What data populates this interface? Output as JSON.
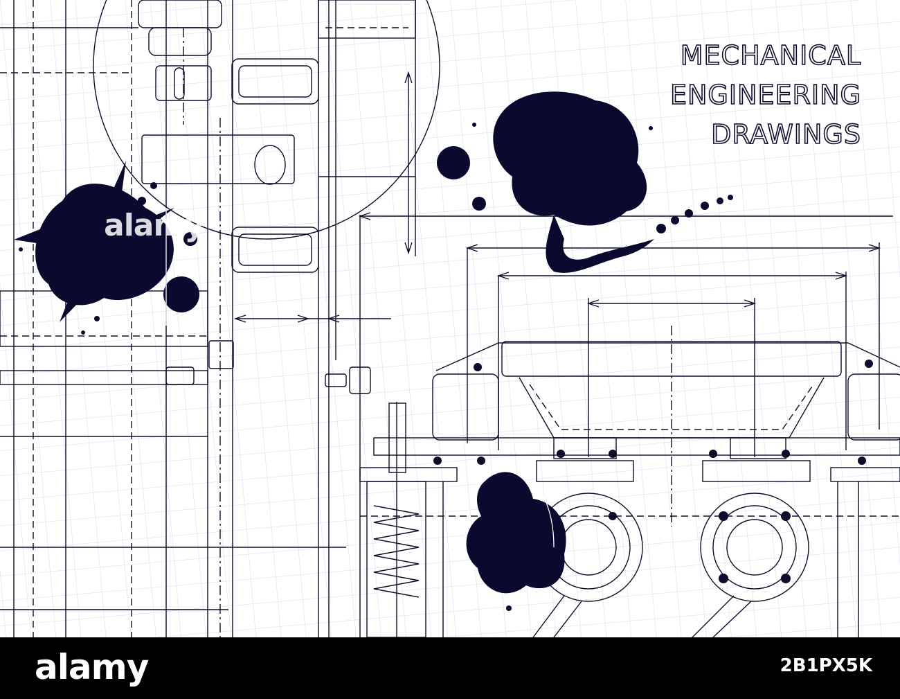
{
  "title": {
    "line1": "MECHANICAL",
    "line2": "ENGINEERING",
    "line3": "DRAWINGS"
  },
  "footer": {
    "brand": "alamy",
    "image_id": "2B1PX5K"
  },
  "watermark": "alamy",
  "colors": {
    "ink": "#0d0d2b",
    "grid": "#dcdce6",
    "paper": "#ffffff",
    "footer": "#000000"
  }
}
